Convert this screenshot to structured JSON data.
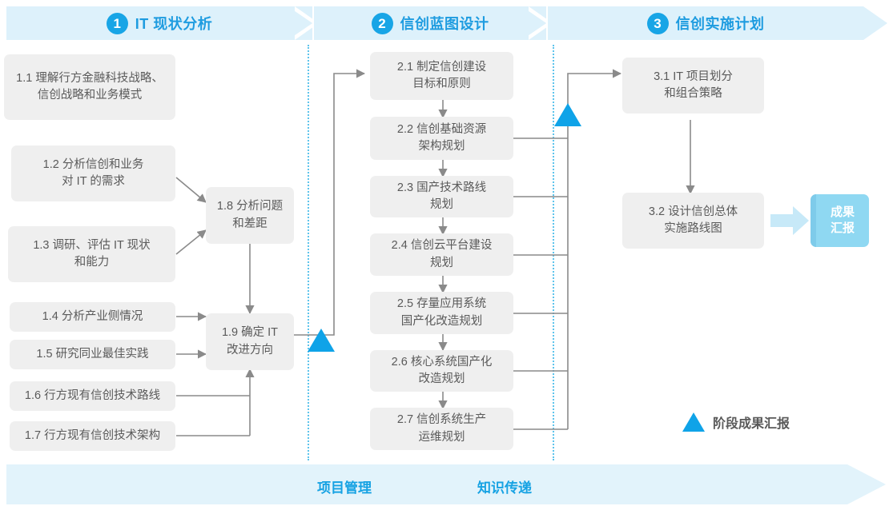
{
  "phases": [
    {
      "number": "1",
      "title": "IT 现状分析"
    },
    {
      "number": "2",
      "title": "信创蓝图设计"
    },
    {
      "number": "3",
      "title": "信创实施计划"
    }
  ],
  "boxes": {
    "b11": "1.1 理解行方金融科技战略、\n信创战略和业务模式",
    "b12": "1.2 分析信创和业务\n对 IT 的需求",
    "b13": "1.3 调研、评估 IT 现状\n和能力",
    "b14": "1.4 分析产业侧情况",
    "b15": "1.5 研究同业最佳实践",
    "b16": "1.6 行方现有信创技术路线",
    "b17": "1.7 行方现有信创技术架构",
    "b18": "1.8 分析问题\n和差距",
    "b19": "1.9 确定 IT\n改进方向",
    "b21": "2.1 制定信创建设\n目标和原则",
    "b22": "2.2 信创基础资源\n架构规划",
    "b23": "2.3 国产技术路线\n规划",
    "b24": "2.4 信创云平台建设\n规划",
    "b25": "2.5 存量应用系统\n国产化改造规划",
    "b26": "2.6 核心系统国产化\n改造规划",
    "b27": "2.7 信创系统生产\n运维规划",
    "b31": "3.1 IT 项目划分\n和组合策略",
    "b32": "3.2 设计信创总体\n实施路线图"
  },
  "result_badge": "成果\n汇报",
  "legend": {
    "label": "阶段成果汇报",
    "icon": "triangle-milestone-icon"
  },
  "bottom_bar": {
    "labels": [
      "项目管理",
      "知识传递"
    ]
  },
  "colors": {
    "band": "#ddf1fb",
    "accent_blue": "#18a5e6",
    "title_blue": "#1e9ce0",
    "box_gray": "#efefef",
    "box_text": "#5a5a5a",
    "connector_gray": "#8a8a8a",
    "milestone_blue": "#0fa3e8",
    "badge_blue": "#8fd8f2",
    "dotted_divider": "#5ec4ec",
    "bottom_band": "#e2f3fb"
  }
}
